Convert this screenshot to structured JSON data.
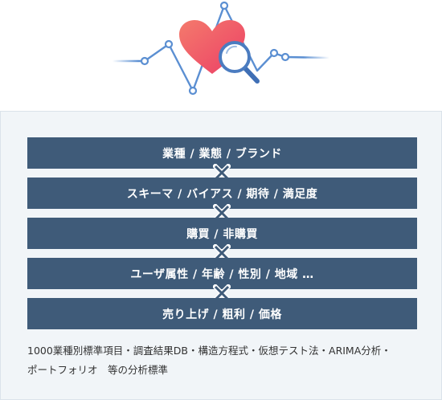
{
  "colors": {
    "bar_bg": "#3f5b79",
    "bar_text": "#ffffff",
    "panel_bg": "#f1f5f8",
    "heart": "#f2546a",
    "magnifier": "#4b7cc0",
    "pulse_line": "#5b8fd2"
  },
  "icons": [
    "heart-icon",
    "magnifier-icon",
    "pulse-line",
    "multiply-icon"
  ],
  "bars": [
    {
      "label": "業種 / 業態 / ブランド"
    },
    {
      "label": "スキーマ / バイアス / 期待 / 満足度"
    },
    {
      "label": "購買 / 非購買"
    },
    {
      "label": "ユーザ属性 / 年齢 / 性別 / 地域 …"
    },
    {
      "label": "売り上げ / 粗利 / 価格"
    }
  ],
  "description": {
    "line1": "1000業種別標準項目・調査結果DB・構造方程式・仮想テスト法・ARIMA分析・",
    "line2": "ポートフォリオ　等の分析標準"
  }
}
